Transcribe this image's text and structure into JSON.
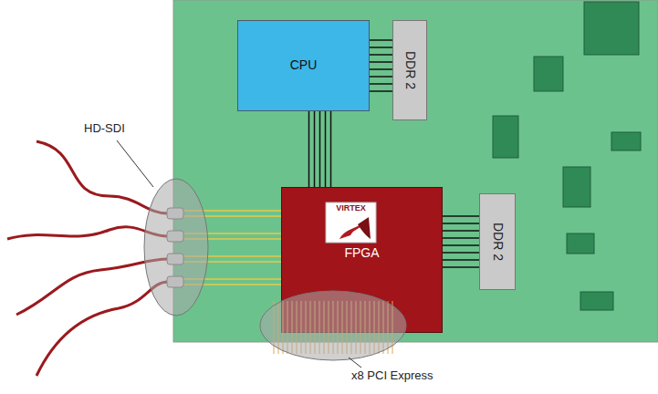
{
  "diagram": {
    "nodes": [
      {
        "text": [
          "CPU"
        ]
      },
      {
        "text": [
          "DDR 2"
        ]
      },
      {
        "text": [
          "FPGA"
        ]
      },
      {
        "text": [
          "DDR 2"
        ]
      }
    ],
    "edges": [
      {
        "from": 0,
        "to": 1,
        "arrow": "none"
      },
      {
        "from": 0,
        "to": 2,
        "arrow": "none"
      },
      {
        "from": 2,
        "to": 3,
        "arrow": "none"
      }
    ],
    "labels": [
      "HD-SDI",
      "VIRTEX",
      "x8 PCI Express"
    ]
  }
}
